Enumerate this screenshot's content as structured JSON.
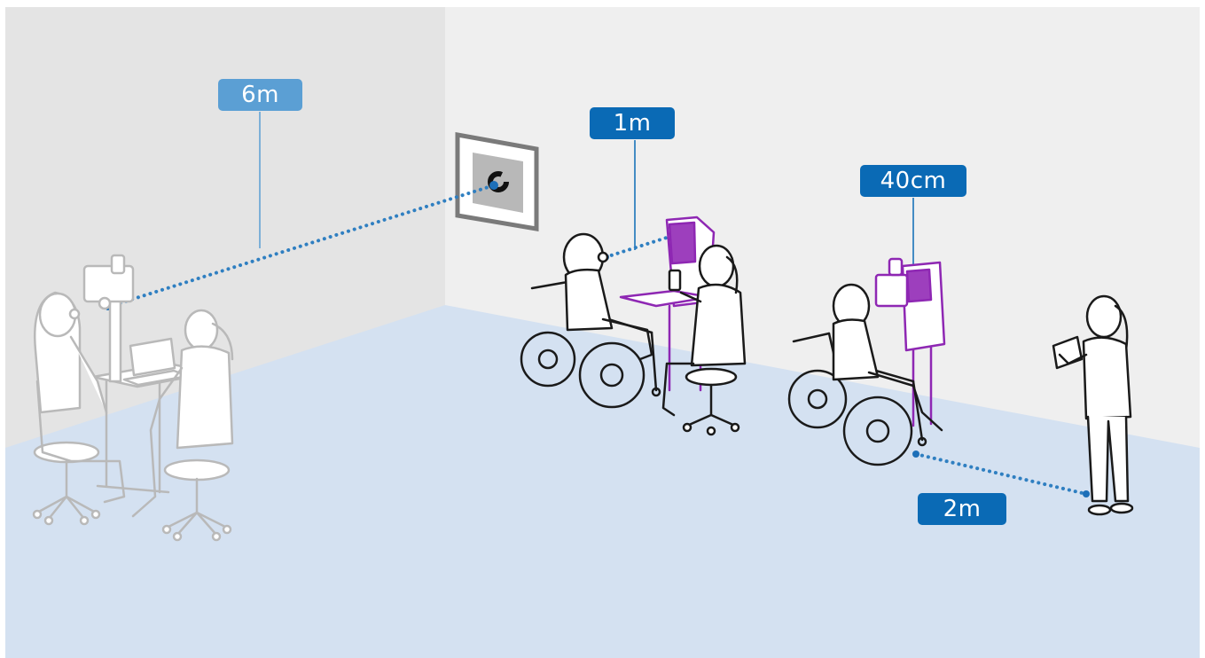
{
  "labels": {
    "distance_6m": "6m",
    "distance_1m": "1m",
    "distance_40cm": "40cm",
    "distance_2m": "2m"
  },
  "colors": {
    "left_wall": "#e4e4e4",
    "back_wall": "#efefef",
    "floor": "#d4e1f1",
    "label_light": "#5b9fd4",
    "label_dark": "#0a6ab5",
    "dotted_line": "#2f7fc1",
    "device_purple": "#8e27b3",
    "figure_outline": "#1a1a1a",
    "faded_outline": "#b9b9b9"
  }
}
